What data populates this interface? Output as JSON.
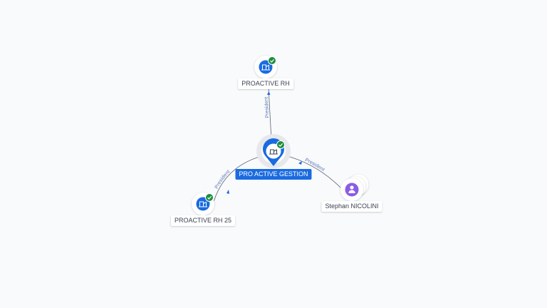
{
  "nodes": {
    "center": {
      "label": "PRO ACTIVE GESTION",
      "type": "company",
      "verified": true
    },
    "top": {
      "label": "PROACTIVE RH",
      "type": "company",
      "verified": true
    },
    "left": {
      "label": "PROACTIVE RH 25",
      "type": "company",
      "verified": true
    },
    "right": {
      "label": "Stephan NICOLINI",
      "type": "person"
    }
  },
  "edges": {
    "top": {
      "label": "President"
    },
    "left": {
      "label": "President"
    },
    "right": {
      "label": "President"
    }
  },
  "colors": {
    "company_blue": "#1a6be0",
    "verified_green": "#1e8e3e",
    "person_purple": "#8a5ce6",
    "edge_gray": "#5a6470",
    "edge_label_blue": "#5b76b8"
  },
  "icons": {
    "company": "building-icon",
    "verified": "check-badge-icon",
    "person": "person-icon"
  }
}
